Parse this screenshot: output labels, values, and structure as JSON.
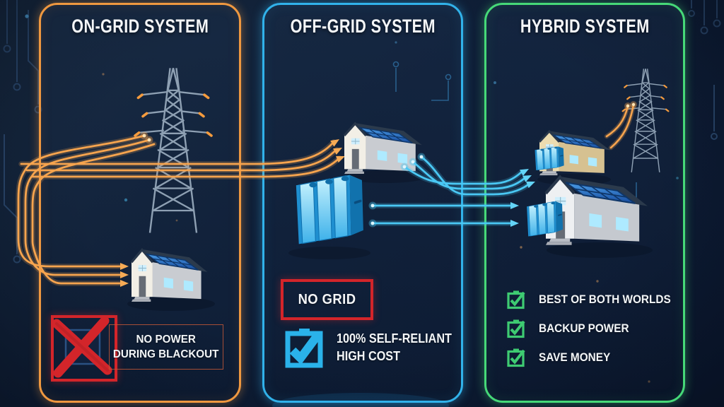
{
  "panels": [
    {
      "id": "on-grid",
      "title": "ON-GRID SYSTEM",
      "accent_color": "#ef9840",
      "warning": {
        "icon": "x-mark-icon",
        "color": "#d3252a",
        "text": "NO POWER\nDURING BLACKOUT"
      }
    },
    {
      "id": "off-grid",
      "title": "OFF-GRID SYSTEM",
      "accent_color": "#31b2ea",
      "badge": {
        "text": "NO GRID",
        "border_color": "#d3252a"
      },
      "feature": {
        "icon": "checkbox-checked-icon",
        "color": "#2ab2ea",
        "text": "100% SELF-RELIANT\nHIGH COST"
      }
    },
    {
      "id": "hybrid",
      "title": "HYBRID SYSTEM",
      "accent_color": "#46d978",
      "check_color": "#3ecb72",
      "checklist": [
        {
          "icon": "checkbox-checked-icon",
          "label": "BEST OF BOTH WORLDS"
        },
        {
          "icon": "checkbox-checked-icon",
          "label": "BACKUP POWER"
        },
        {
          "icon": "checkbox-checked-icon",
          "label": "SAVE MONEY"
        }
      ]
    }
  ],
  "scene": {
    "on_grid": [
      "transmission-tower-icon",
      "grid-power-lines-orange",
      "solar-house-icon"
    ],
    "off_grid": [
      "solar-house-icon",
      "battery-bank-icon",
      "power-lines-cyan"
    ],
    "hybrid": [
      "transmission-tower-icon",
      "solar-house-icon",
      "solar-house-icon",
      "battery-bank-icon",
      "battery-bank-icon",
      "grid-power-lines-orange",
      "power-lines-cyan"
    ]
  },
  "colors": {
    "background": "#0f1e36",
    "on_grid_accent": "#ef9840",
    "off_grid_accent": "#31b2ea",
    "hybrid_accent": "#46d978",
    "warning_red": "#d3252a",
    "check_blue": "#2ab2ea",
    "check_green": "#3ecb72",
    "power_line_orange": "#f6a44e",
    "power_line_cyan": "#4ac8f4",
    "solar_panel_blue": "#1d63c4",
    "text": "#f4f6f8"
  }
}
